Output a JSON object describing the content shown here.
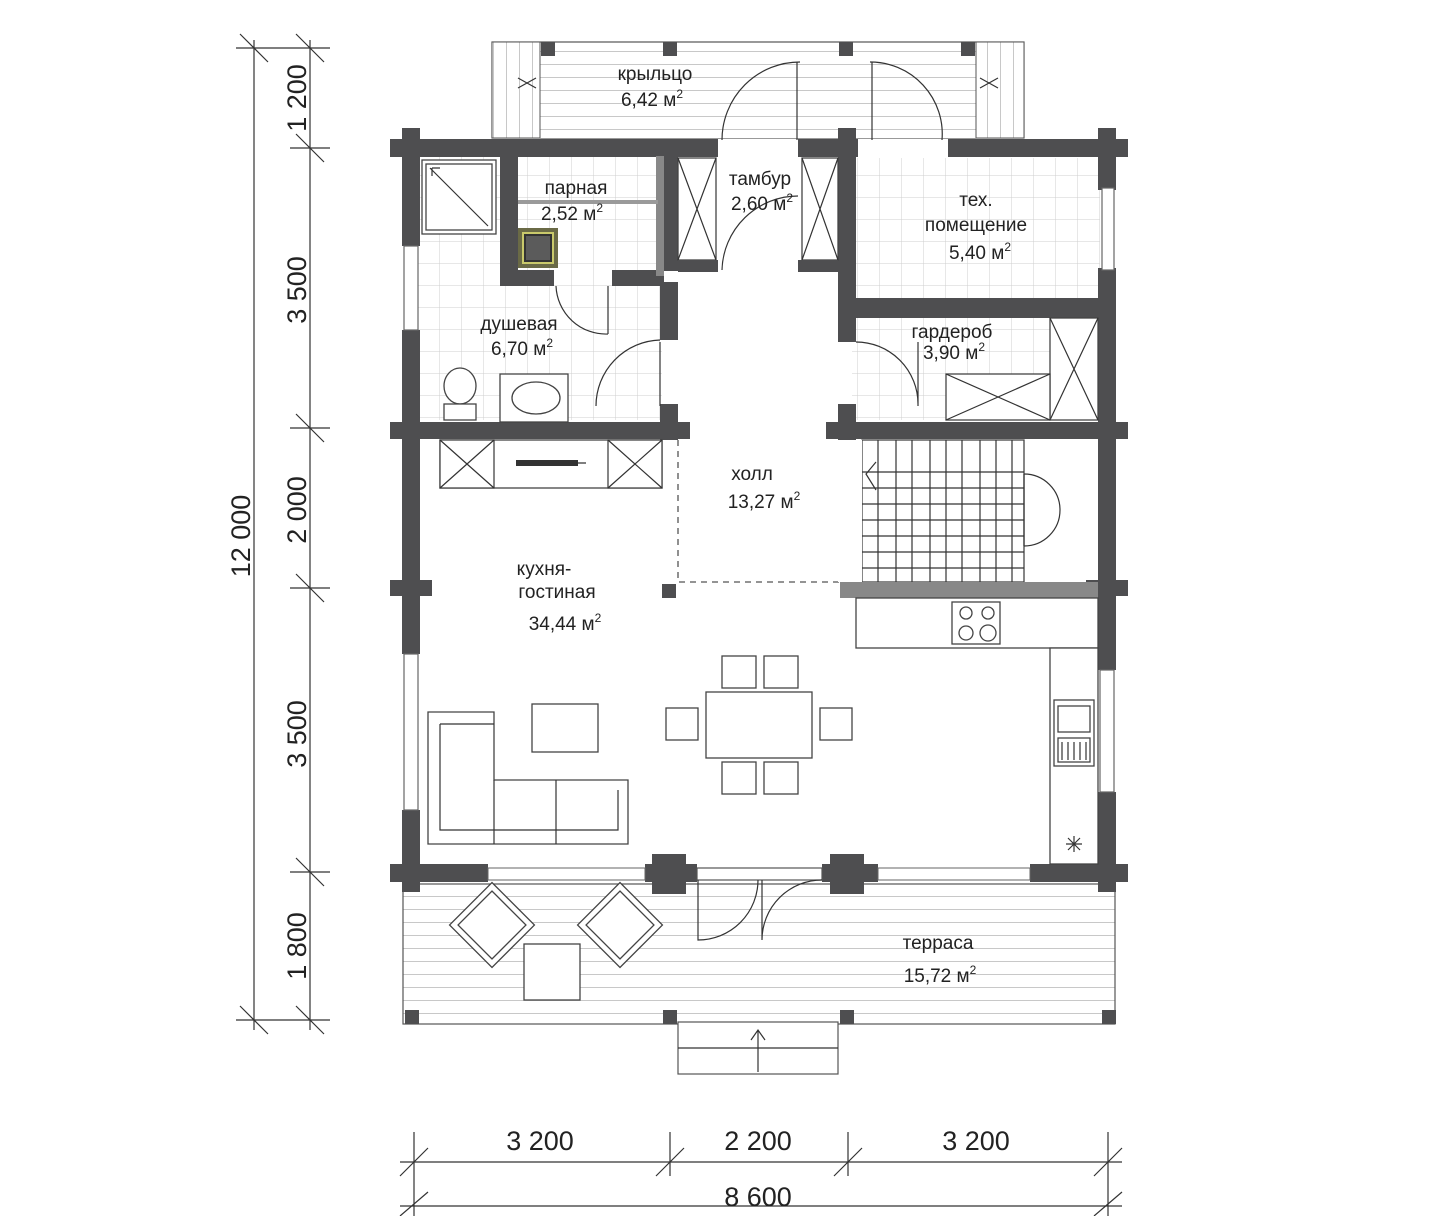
{
  "rooms": [
    {
      "name": "крыльцо",
      "area": "6,42 м",
      "sup": "2"
    },
    {
      "name": "парная",
      "area": "2,52 м",
      "sup": "2"
    },
    {
      "name": "тамбур",
      "area": "2,60 м",
      "sup": "2"
    },
    {
      "name": "тех.",
      "name2": "помещение",
      "area": "5,40 м",
      "sup": "2"
    },
    {
      "name": "душевая",
      "area": "6,70 м",
      "sup": "2"
    },
    {
      "name": "гардероб",
      "area": "3,90 м",
      "sup": "2"
    },
    {
      "name": "холл",
      "area": "13,27 м",
      "sup": "2"
    },
    {
      "name": "кухня-",
      "name2": "гостиная",
      "area": "34,44 м",
      "sup": "2"
    },
    {
      "name": "терраса",
      "area": "15,72 м",
      "sup": "2"
    }
  ],
  "dimensions": {
    "vertical_total": "12 000",
    "vertical_segments": [
      "1 200",
      "3 500",
      "2 000",
      "3 500",
      "1 800"
    ],
    "horizontal_segments": [
      "3 200",
      "2 200",
      "3 200"
    ],
    "horizontal_total": "8 600"
  }
}
